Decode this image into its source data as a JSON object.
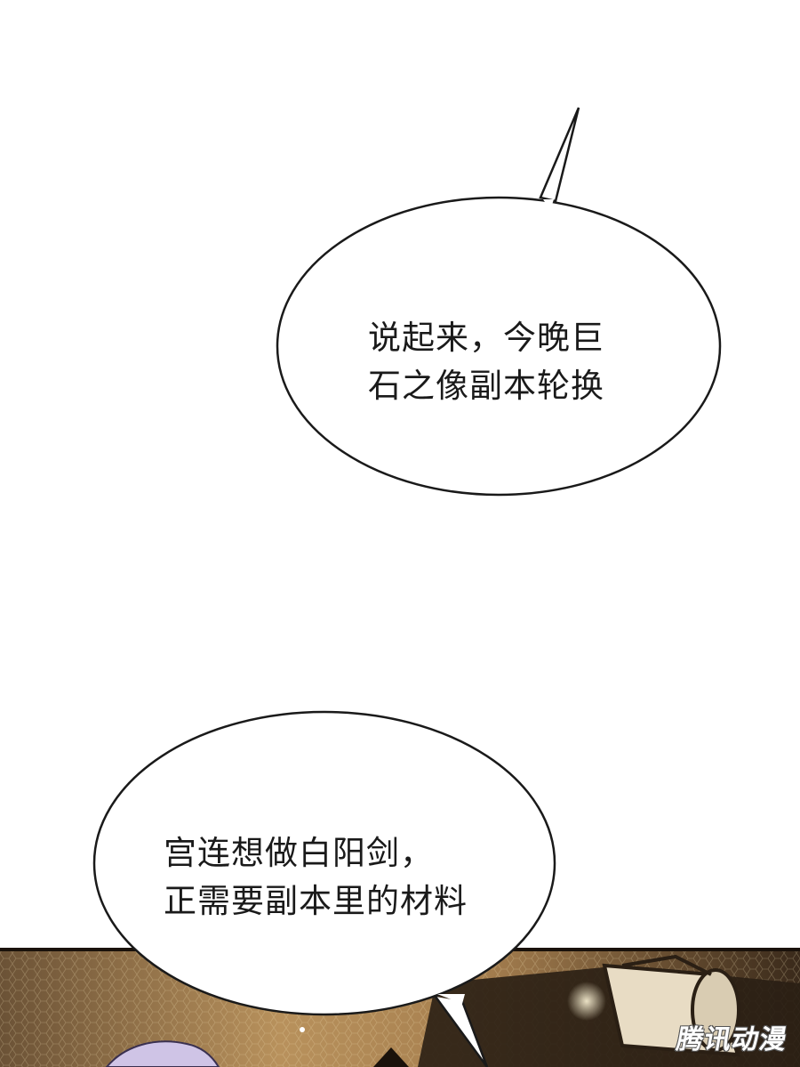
{
  "bubbles": [
    {
      "lines": [
        "说起来，今晚巨",
        "石之像副本轮换"
      ]
    },
    {
      "lines": [
        "宫连想做白阳剑，",
        "正需要副本里的材料"
      ]
    }
  ],
  "watermark": "腾讯动漫",
  "colors": {
    "page_bg": "#ffffff",
    "bubble_fill": "#ffffff",
    "bubble_stroke": "#1a1a1a",
    "scene_dark": "#2a1f14",
    "scene_warm": "#b8915c",
    "scene_light": "#f2e6cf"
  }
}
